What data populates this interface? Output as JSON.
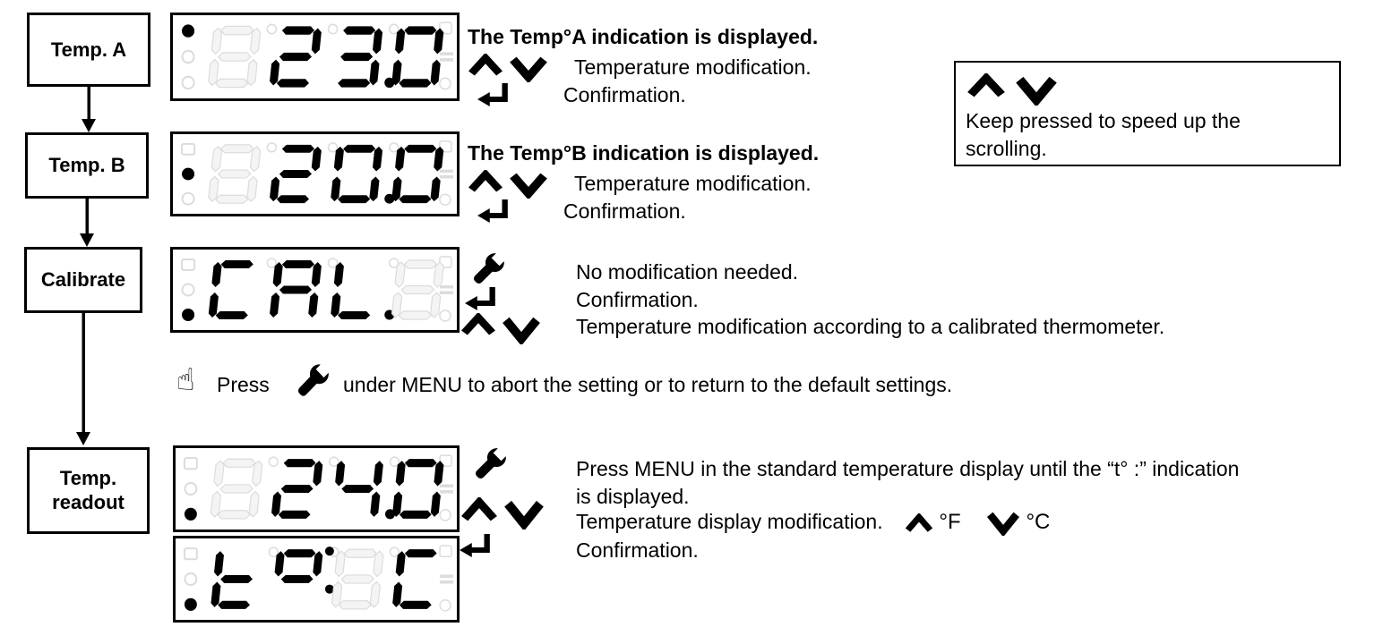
{
  "palette": {
    "ink": "#000000",
    "ghost_stroke": "#dcdcdc",
    "ghost_fill": "#f4f4f4",
    "bg": "#ffffff"
  },
  "flow": {
    "boxes": [
      {
        "id": "temp-a",
        "label": "Temp. A"
      },
      {
        "id": "temp-b",
        "label": "Temp. B"
      },
      {
        "id": "calibrate",
        "label": "Calibrate"
      },
      {
        "id": "temp-readout",
        "label_line1": "Temp.",
        "label_line2": "readout"
      }
    ]
  },
  "displays": [
    {
      "id": "temp-a",
      "value": "23.0",
      "indicators": [
        "filled",
        "ghost-circle",
        "ghost-circle"
      ],
      "cells": [
        {
          "ch": "8",
          "ghost": true
        },
        {
          "ch": "2"
        },
        {
          "ch": "3",
          "dp": true
        },
        {
          "ch": "0"
        }
      ]
    },
    {
      "id": "temp-b",
      "value": "20.0",
      "indicators": [
        "ghost-square",
        "filled",
        "ghost-circle"
      ],
      "cells": [
        {
          "ch": "8",
          "ghost": true
        },
        {
          "ch": "2"
        },
        {
          "ch": "0",
          "dp": true
        },
        {
          "ch": "0"
        }
      ]
    },
    {
      "id": "calibrate",
      "value": "CAL.",
      "indicators": [
        "ghost-square",
        "ghost-circle",
        "filled"
      ],
      "cells": [
        {
          "ch": "C"
        },
        {
          "ch": "A"
        },
        {
          "ch": "L",
          "dp": true
        },
        {
          "ch": "8",
          "ghost": true
        }
      ]
    },
    {
      "id": "readout-value",
      "value": "24.0",
      "indicators": [
        "ghost-square",
        "ghost-circle",
        "filled"
      ],
      "cells": [
        {
          "ch": "8",
          "ghost": true
        },
        {
          "ch": "2"
        },
        {
          "ch": "4",
          "dp": true
        },
        {
          "ch": "0"
        }
      ]
    },
    {
      "id": "readout-unit",
      "value": "t°: C",
      "indicators": [
        "ghost-square",
        "ghost-circle",
        "filled"
      ],
      "cells": [
        {
          "ch": "t"
        },
        {
          "ch": "°",
          "colon": true
        },
        {
          "ch": "8",
          "ghost": true
        },
        {
          "ch": "C"
        }
      ]
    }
  ],
  "sections": {
    "temp_a": {
      "title": "The Temp°A indication is displayed.",
      "modify": "Temperature modification.",
      "confirm": "Confirmation."
    },
    "temp_b": {
      "title": "The Temp°B indication is displayed.",
      "modify": "Temperature modification.",
      "confirm": "Confirmation."
    },
    "calibrate": {
      "no_modify": "No modification needed.",
      "confirm": "Confirmation.",
      "modify": "Temperature modification according to a calibrated thermometer."
    },
    "speed_tip": {
      "text": "Keep pressed to speed up the scrolling."
    },
    "note": {
      "press": "Press",
      "rest": "under MENU to abort the setting or to return to the default settings."
    },
    "readout": {
      "line1": "Press MENU in the standard temperature display until the “t° :” indication",
      "line2": "is displayed.",
      "line3": "Temperature display modification.",
      "fahrenheit": "°F",
      "celsius": "°C",
      "confirm": "Confirmation."
    }
  },
  "icons": {
    "up": "up-arrow-key",
    "down": "down-arrow-key",
    "enter": "enter-key",
    "wrench": "menu-wrench-key",
    "hand": "pointing-hand-note"
  }
}
